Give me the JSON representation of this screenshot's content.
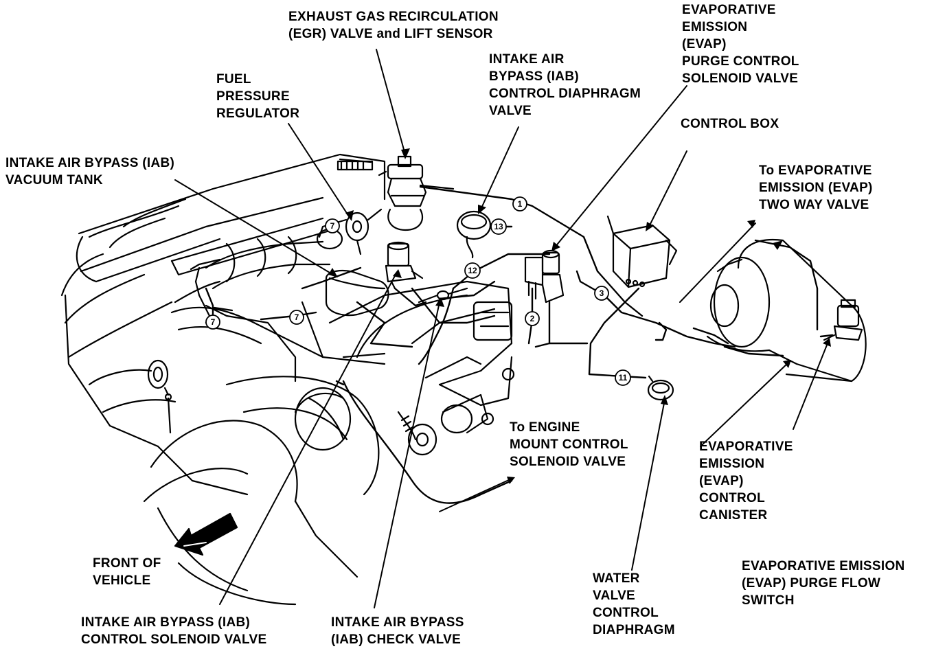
{
  "labels": {
    "egr": [
      "EXHAUST GAS RECIRCULATION",
      "(EGR) VALVE and LIFT SENSOR"
    ],
    "evap_purge_solenoid": [
      "EVAPORATIVE",
      "EMISSION",
      "(EVAP)",
      "PURGE CONTROL",
      "SOLENOID VALVE"
    ],
    "iab_diaphragm": [
      "INTAKE AIR",
      "BYPASS (IAB)",
      "CONTROL DIAPHRAGM",
      "VALVE"
    ],
    "fuel_regulator": [
      "FUEL",
      "PRESSURE",
      "REGULATOR"
    ],
    "control_box": [
      "CONTROL BOX"
    ],
    "iab_vacuum_tank": [
      "INTAKE AIR BYPASS (IAB)",
      "VACUUM TANK"
    ],
    "evap_two_way": [
      "To EVAPORATIVE",
      "EMISSION (EVAP)",
      "TWO WAY VALVE"
    ],
    "engine_mount": [
      "To ENGINE",
      "MOUNT CONTROL",
      "SOLENOID VALVE"
    ],
    "evap_canister": [
      "EVAPORATIVE",
      "EMISSION",
      "(EVAP)",
      "CONTROL",
      "CANISTER"
    ],
    "front_vehicle": [
      "FRONT OF",
      "VEHICLE"
    ],
    "water_valve": [
      "WATER",
      "VALVE",
      "CONTROL",
      "DIAPHRAGM"
    ],
    "evap_purge_flow": [
      "EVAPORATIVE EMISSION",
      "(EVAP) PURGE FLOW",
      "SWITCH"
    ],
    "iab_solenoid": [
      "INTAKE AIR BYPASS (IAB)",
      "CONTROL SOLENOID VALVE"
    ],
    "iab_check": [
      "INTAKE AIR BYPASS",
      "(IAB) CHECK VALVE"
    ]
  },
  "hose_numbers": [
    "1",
    "2",
    "3",
    "7",
    "7",
    "7",
    "11",
    "12",
    "13"
  ]
}
